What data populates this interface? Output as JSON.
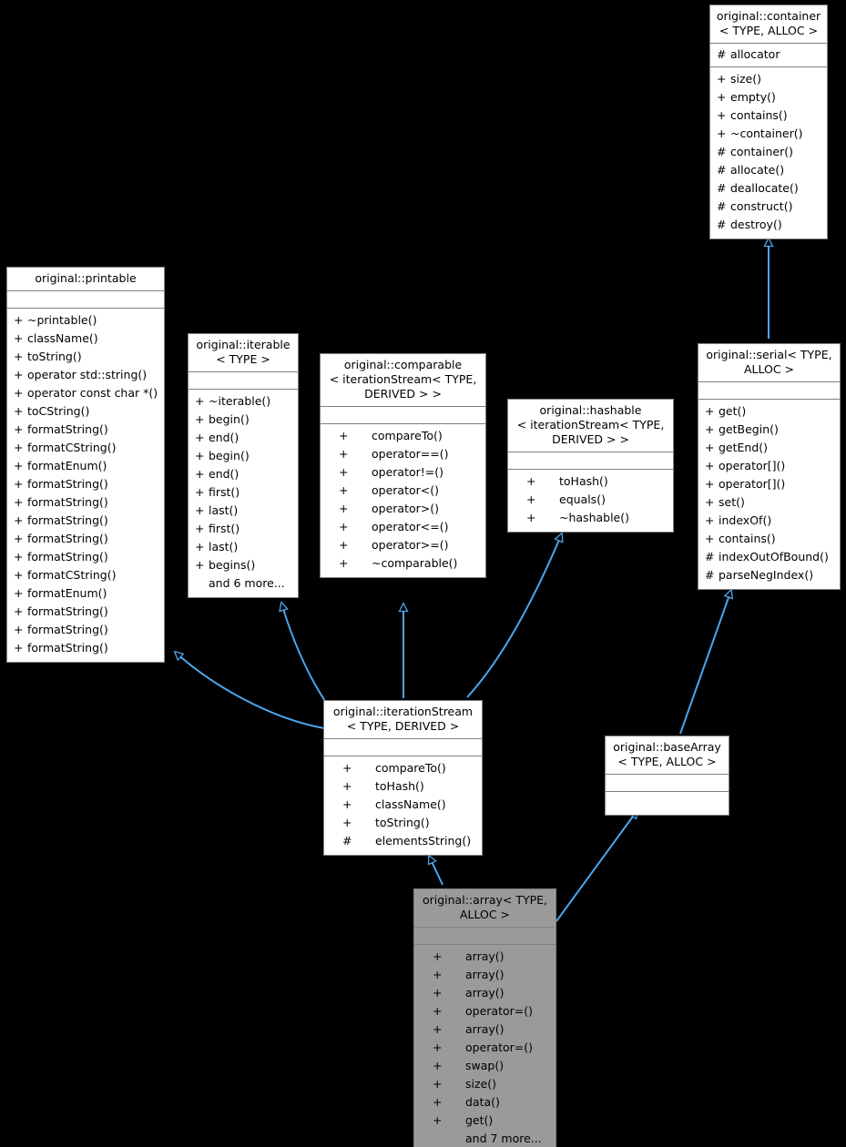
{
  "diagram": {
    "type": "uml-class-inheritance",
    "background_color": "#000000",
    "node_fill": "#ffffff",
    "node_highlight_fill": "#9a9a9a",
    "node_border": "#808080",
    "edge_color": "#4ba6ee",
    "arrow_style": "hollow-triangle-inheritance"
  },
  "nodes": {
    "printable": {
      "title": "original::printable",
      "attributes": [],
      "operations": [
        {
          "vis": "+",
          "name": "~printable()"
        },
        {
          "vis": "+",
          "name": "className()"
        },
        {
          "vis": "+",
          "name": "toString()"
        },
        {
          "vis": "+",
          "name": "operator std::string()"
        },
        {
          "vis": "+",
          "name": "operator const char *()"
        },
        {
          "vis": "+",
          "name": "toCString()"
        },
        {
          "vis": "+",
          "name": "formatString()"
        },
        {
          "vis": "+",
          "name": "formatCString()"
        },
        {
          "vis": "+",
          "name": "formatEnum()"
        },
        {
          "vis": "+",
          "name": "formatString()"
        },
        {
          "vis": "+",
          "name": "formatString()"
        },
        {
          "vis": "+",
          "name": "formatString()"
        },
        {
          "vis": "+",
          "name": "formatString()"
        },
        {
          "vis": "+",
          "name": "formatString()"
        },
        {
          "vis": "+",
          "name": "formatCString()"
        },
        {
          "vis": "+",
          "name": "formatEnum()"
        },
        {
          "vis": "+",
          "name": "formatString()"
        },
        {
          "vis": "+",
          "name": "formatString()"
        },
        {
          "vis": "+",
          "name": "formatString()"
        }
      ]
    },
    "iterable": {
      "title": "original::iterable\n< TYPE >",
      "attributes": [],
      "operations": [
        {
          "vis": "+",
          "name": "~iterable()"
        },
        {
          "vis": "+",
          "name": "begin()"
        },
        {
          "vis": "+",
          "name": "end()"
        },
        {
          "vis": "+",
          "name": "begin()"
        },
        {
          "vis": "+",
          "name": "end()"
        },
        {
          "vis": "+",
          "name": "first()"
        },
        {
          "vis": "+",
          "name": "last()"
        },
        {
          "vis": "+",
          "name": "first()"
        },
        {
          "vis": "+",
          "name": "last()"
        },
        {
          "vis": "+",
          "name": "begins()"
        },
        {
          "vis": "",
          "name": "and 6 more..."
        }
      ]
    },
    "comparable": {
      "title": "original::comparable\n< iterationStream< TYPE,\nDERIVED > >",
      "attributes": [],
      "operations": [
        {
          "vis": "+",
          "name": "compareTo()"
        },
        {
          "vis": "+",
          "name": "operator==()"
        },
        {
          "vis": "+",
          "name": "operator!=()"
        },
        {
          "vis": "+",
          "name": "operator<()"
        },
        {
          "vis": "+",
          "name": "operator>()"
        },
        {
          "vis": "+",
          "name": "operator<=()"
        },
        {
          "vis": "+",
          "name": "operator>=()"
        },
        {
          "vis": "+",
          "name": "~comparable()"
        }
      ]
    },
    "hashable": {
      "title": "original::hashable\n< iterationStream< TYPE,\nDERIVED > >",
      "attributes": [],
      "operations": [
        {
          "vis": "+",
          "name": "toHash()"
        },
        {
          "vis": "+",
          "name": "equals()"
        },
        {
          "vis": "+",
          "name": "~hashable()"
        }
      ]
    },
    "container": {
      "title": "original::container\n< TYPE, ALLOC >",
      "attributes": [
        {
          "vis": "#",
          "name": "allocator"
        }
      ],
      "operations": [
        {
          "vis": "+",
          "name": "size()"
        },
        {
          "vis": "+",
          "name": "empty()"
        },
        {
          "vis": "+",
          "name": "contains()"
        },
        {
          "vis": "+",
          "name": "~container()"
        },
        {
          "vis": "#",
          "name": "container()"
        },
        {
          "vis": "#",
          "name": "allocate()"
        },
        {
          "vis": "#",
          "name": "deallocate()"
        },
        {
          "vis": "#",
          "name": "construct()"
        },
        {
          "vis": "#",
          "name": "destroy()"
        }
      ]
    },
    "serial": {
      "title": "original::serial< TYPE,\nALLOC >",
      "attributes": [],
      "operations": [
        {
          "vis": "+",
          "name": "get()"
        },
        {
          "vis": "+",
          "name": "getBegin()"
        },
        {
          "vis": "+",
          "name": "getEnd()"
        },
        {
          "vis": "+",
          "name": "operator[]()"
        },
        {
          "vis": "+",
          "name": "operator[]()"
        },
        {
          "vis": "+",
          "name": "set()"
        },
        {
          "vis": "+",
          "name": "indexOf()"
        },
        {
          "vis": "+",
          "name": "contains()"
        },
        {
          "vis": "#",
          "name": "indexOutOfBound()"
        },
        {
          "vis": "#",
          "name": "parseNegIndex()"
        }
      ]
    },
    "iterationStream": {
      "title": "original::iterationStream\n< TYPE, DERIVED >",
      "attributes": [],
      "operations": [
        {
          "vis": "+",
          "name": "compareTo()"
        },
        {
          "vis": "+",
          "name": "toHash()"
        },
        {
          "vis": "+",
          "name": "className()"
        },
        {
          "vis": "+",
          "name": "toString()"
        },
        {
          "vis": "#",
          "name": "elementsString()"
        }
      ]
    },
    "baseArray": {
      "title": "original::baseArray\n< TYPE, ALLOC >",
      "attributes": [],
      "operations": []
    },
    "array": {
      "title": "original::array< TYPE,\nALLOC >",
      "highlighted": true,
      "attributes": [],
      "operations": [
        {
          "vis": "+",
          "name": "array()"
        },
        {
          "vis": "+",
          "name": "array()"
        },
        {
          "vis": "+",
          "name": "array()"
        },
        {
          "vis": "+",
          "name": "operator=()"
        },
        {
          "vis": "+",
          "name": "array()"
        },
        {
          "vis": "+",
          "name": "operator=()"
        },
        {
          "vis": "+",
          "name": "swap()"
        },
        {
          "vis": "+",
          "name": "size()"
        },
        {
          "vis": "+",
          "name": "data()"
        },
        {
          "vis": "+",
          "name": "get()"
        },
        {
          "vis": "",
          "name": "and 7 more..."
        }
      ]
    }
  },
  "edges": [
    {
      "from": "serial",
      "to": "container",
      "relation": "inheritance"
    },
    {
      "from": "iterationStream",
      "to": "printable",
      "relation": "inheritance"
    },
    {
      "from": "iterationStream",
      "to": "iterable",
      "relation": "inheritance"
    },
    {
      "from": "iterationStream",
      "to": "comparable",
      "relation": "inheritance"
    },
    {
      "from": "iterationStream",
      "to": "hashable",
      "relation": "inheritance"
    },
    {
      "from": "baseArray",
      "to": "serial",
      "relation": "inheritance"
    },
    {
      "from": "array",
      "to": "iterationStream",
      "relation": "inheritance"
    },
    {
      "from": "array",
      "to": "baseArray",
      "relation": "inheritance"
    }
  ]
}
